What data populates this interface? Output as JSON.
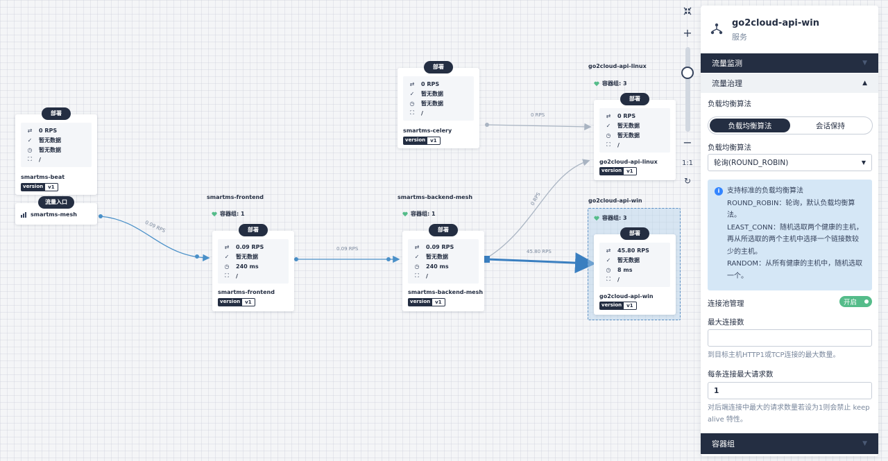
{
  "canvas": {
    "group_titles": {
      "frontend": "smartms-frontend",
      "backend": "smartms-backend-mesh",
      "linux": "go2cloud-api-linux",
      "win": "go2cloud-api-win"
    },
    "replicas": {
      "frontend": "容器组: 1",
      "backend": "容器组: 1",
      "linux": "容器组: 3",
      "win": "容器组: 3"
    },
    "nodes": {
      "celery": {
        "badge": "部署",
        "rps": "0 RPS",
        "success": "暂无数据",
        "latency": "暂无数据",
        "path": "/",
        "name": "smartms-celery",
        "version_key": "version",
        "version_val": "v1"
      },
      "beat": {
        "badge": "部署",
        "rps": "0 RPS",
        "success": "暂无数据",
        "latency": "暂无数据",
        "path": "/",
        "name": "smartms-beat",
        "version_key": "version",
        "version_val": "v1"
      },
      "frontend": {
        "badge": "部署",
        "rps": "0.09 RPS",
        "success": "暂无数据",
        "latency": "240 ms",
        "path": "/",
        "name": "smartms-frontend",
        "version_key": "version",
        "version_val": "v1"
      },
      "backend": {
        "badge": "部署",
        "rps": "0.09 RPS",
        "success": "暂无数据",
        "latency": "240 ms",
        "path": "/",
        "name": "smartms-backend-mesh",
        "version_key": "version",
        "version_val": "v1"
      },
      "linux": {
        "badge": "部署",
        "rps": "0 RPS",
        "success": "暂无数据",
        "latency": "暂无数据",
        "path": "/",
        "name": "go2cloud-api-linux",
        "version_key": "version",
        "version_val": "v1"
      },
      "win": {
        "badge": "部署",
        "rps": "45.80 RPS",
        "success": "暂无数据",
        "latency": "8 ms",
        "path": "/",
        "name": "go2cloud-api-win",
        "version_key": "version",
        "version_val": "v1"
      }
    },
    "ingress": {
      "badge": "流量入口",
      "name": "smartms-mesh"
    },
    "edges": {
      "ingress_frontend": "0.09 RPS",
      "frontend_backend": "0.09 RPS",
      "celery_linux": "0 RPS",
      "backend_linux": "0 RPS",
      "backend_win": "45.80 RPS"
    }
  },
  "zoom": {
    "reset_label": "1:1",
    "level": 0.27
  },
  "panel": {
    "title": "go2cloud-api-win",
    "subtitle": "服务",
    "sec_monitor": "流量监测",
    "sec_governance": "流量治理",
    "lb_heading": "负载均衡算法",
    "tab_lb": "负载均衡算法",
    "tab_session": "会话保持",
    "lb_select_label": "负载均衡算法",
    "lb_select_value": "轮询(ROUND_ROBIN)",
    "info_lines": [
      "支持标准的负载均衡算法",
      "ROUND_ROBIN：轮询，默认负载均衡算法。",
      "LEAST_CONN：随机选取两个健康的主机，再从所选取的两个主机中选择一个链接数较少的主机。",
      "RANDOM：从所有健康的主机中，随机选取一个。"
    ],
    "pool_label": "连接池管理",
    "pool_toggle": "开启",
    "max_conn_label": "最大连接数",
    "max_conn_value": "",
    "max_conn_hint": "到目标主机HTTP1或TCP连接的最大数量。",
    "max_req_label": "每条连接最大请求数",
    "max_req_value": "1",
    "max_req_hint": "对后端连接中最大的请求数量若设为1则会禁止 keep alive 特性。",
    "sec_pods": "容器组"
  },
  "colors": {
    "dark": "#242e42",
    "edge": "#4a90c8",
    "edge_idle": "#a9b4c2",
    "toggle": "#55bc8a",
    "info_bg": "#d5e7f6"
  }
}
